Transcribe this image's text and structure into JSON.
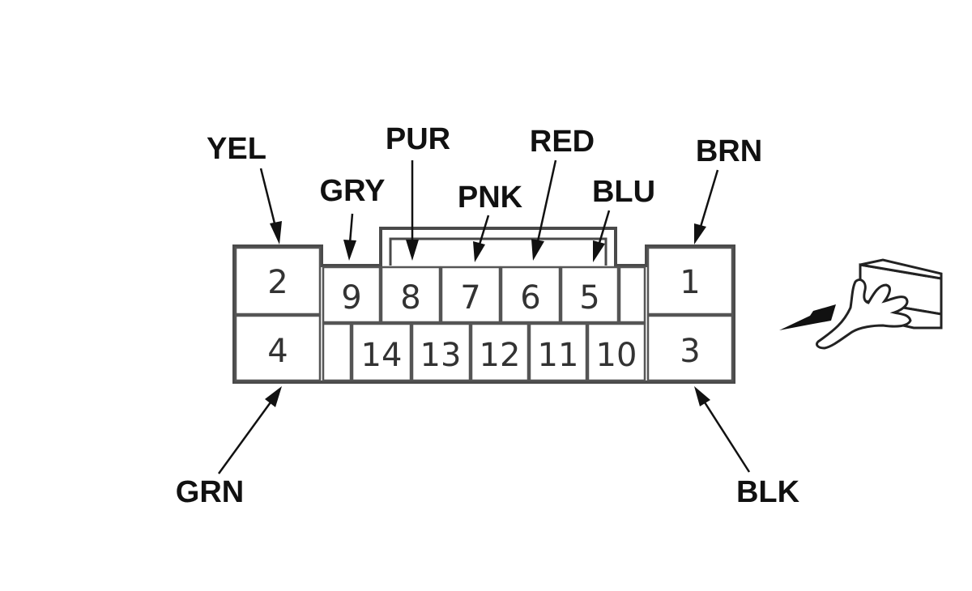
{
  "pins": [
    {
      "num": "1",
      "wire": "BRN"
    },
    {
      "num": "2",
      "wire": "YEL"
    },
    {
      "num": "3",
      "wire": "BLK"
    },
    {
      "num": "4",
      "wire": "GRN"
    },
    {
      "num": "5",
      "wire": "BLU"
    },
    {
      "num": "6",
      "wire": "RED"
    },
    {
      "num": "7",
      "wire": "PNK"
    },
    {
      "num": "8",
      "wire": "PUR"
    },
    {
      "num": "9",
      "wire": "GRY"
    },
    {
      "num": "10",
      "wire": ""
    },
    {
      "num": "11",
      "wire": ""
    },
    {
      "num": "12",
      "wire": ""
    },
    {
      "num": "13",
      "wire": ""
    },
    {
      "num": "14",
      "wire": ""
    }
  ],
  "icons": {
    "viewing_direction": "hand-pointing-connector-icon"
  },
  "colors": {
    "line": "#111111",
    "cell_border": "#555555",
    "pin_text": "#333333"
  }
}
